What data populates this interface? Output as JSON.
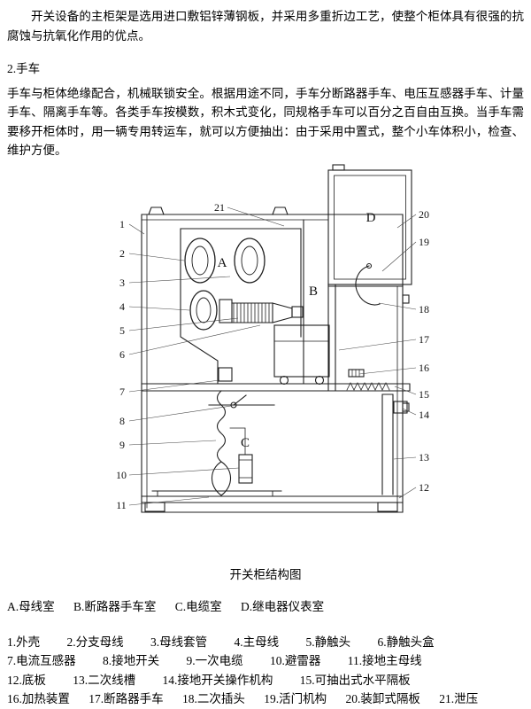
{
  "doc": {
    "paragraph1": "开关设备的主柜架是选用进口敷铝锌薄钢板，并采用多重折边工艺，使整个柜体具有很强的抗腐蚀与抗氧化作用的优点。",
    "section_heading": "2.手车",
    "paragraph2": "手车与柜体绝缘配合，机械联锁安全。根据用途不同，手车分断路器手车、电压互感器手车、计量手车、隔离手车等。各类手车按模数，积木式变化，同规格手车可以百分之百自由互换。当手车需要移开柜体时，用一辆专用转运车，就可以方便抽出：由于采用中置式，整个小车体积小，检查、维护方便。"
  },
  "diagram": {
    "caption": "开关柜结构图",
    "compartment_letters": [
      "A",
      "B",
      "C",
      "D"
    ],
    "callout_numbers": [
      "1",
      "2",
      "3",
      "4",
      "5",
      "6",
      "7",
      "8",
      "9",
      "10",
      "11",
      "12",
      "13",
      "14",
      "15",
      "16",
      "17",
      "18",
      "19",
      "20",
      "21"
    ]
  },
  "legend": {
    "compartments": [
      {
        "key": "A",
        "name": "母线室",
        "label": "A.母线室"
      },
      {
        "key": "B",
        "name": "断路器手车室",
        "label": "B.断路器手车室"
      },
      {
        "key": "C",
        "name": "电缆室",
        "label": "C.电缆室"
      },
      {
        "key": "D",
        "name": "继电器仪表室",
        "label": "D.继电器仪表室"
      }
    ],
    "parts": [
      {
        "num": "1",
        "name": "外壳",
        "label": "1.外壳"
      },
      {
        "num": "2",
        "name": "分支母线",
        "label": "2.分支母线"
      },
      {
        "num": "3",
        "name": "母线套管",
        "label": "3.母线套管"
      },
      {
        "num": "4",
        "name": "主母线",
        "label": "4.主母线"
      },
      {
        "num": "5",
        "name": "静触头",
        "label": "5.静触头"
      },
      {
        "num": "6",
        "name": "静触头盒",
        "label": "6.静触头盒"
      },
      {
        "num": "7",
        "name": "电流互感器",
        "label": "7.电流互感器"
      },
      {
        "num": "8",
        "name": "接地开关",
        "label": "8.接地开关"
      },
      {
        "num": "9",
        "name": "一次电缆",
        "label": "9.一次电缆"
      },
      {
        "num": "10",
        "name": "避雷器",
        "label": "10.避雷器"
      },
      {
        "num": "11",
        "name": "接地主母线",
        "label": "11.接地主母线"
      },
      {
        "num": "12",
        "name": "底板",
        "label": "12.底板"
      },
      {
        "num": "13",
        "name": "二次线槽",
        "label": "13.二次线槽"
      },
      {
        "num": "14",
        "name": "接地开关操作机构",
        "label": "14.接地开关操作机构"
      },
      {
        "num": "15",
        "name": "可抽出式水平隔板",
        "label": "15.可抽出式水平隔板"
      },
      {
        "num": "16",
        "name": "加热装置",
        "label": "16.加热装置"
      },
      {
        "num": "17",
        "name": "断路器手车",
        "label": "17.断路器手车"
      },
      {
        "num": "18",
        "name": "二次插头",
        "label": "18.二次插头"
      },
      {
        "num": "19",
        "name": "活门机构",
        "label": "19.活门机构"
      },
      {
        "num": "20",
        "name": "装卸式隔板",
        "label": "20.装卸式隔板"
      },
      {
        "num": "21",
        "name": "泄压",
        "label": "21.泄压"
      }
    ]
  }
}
